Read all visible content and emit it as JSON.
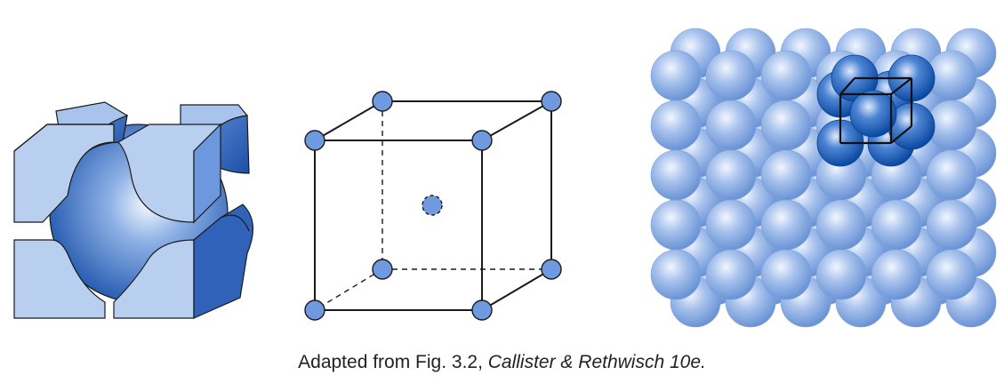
{
  "caption": {
    "prefix": "Adapted from Fig. 3.2, ",
    "italic": "Callister & Rethwisch 10e."
  },
  "colors": {
    "sphere_light": "#c9d9f2",
    "sphere_mid": "#8fb2e6",
    "sphere_dark": "#3d6fc2",
    "highlight_dark": "#0b4ea8",
    "face_light": "#a9c4ec",
    "edge": "#1a1a1a"
  },
  "icons": {
    "hard_sphere_model": "bcc-hard-sphere-cube",
    "unit_cell_model": "bcc-reduced-sphere-cell",
    "aggregate_model": "bcc-atom-aggregate"
  }
}
